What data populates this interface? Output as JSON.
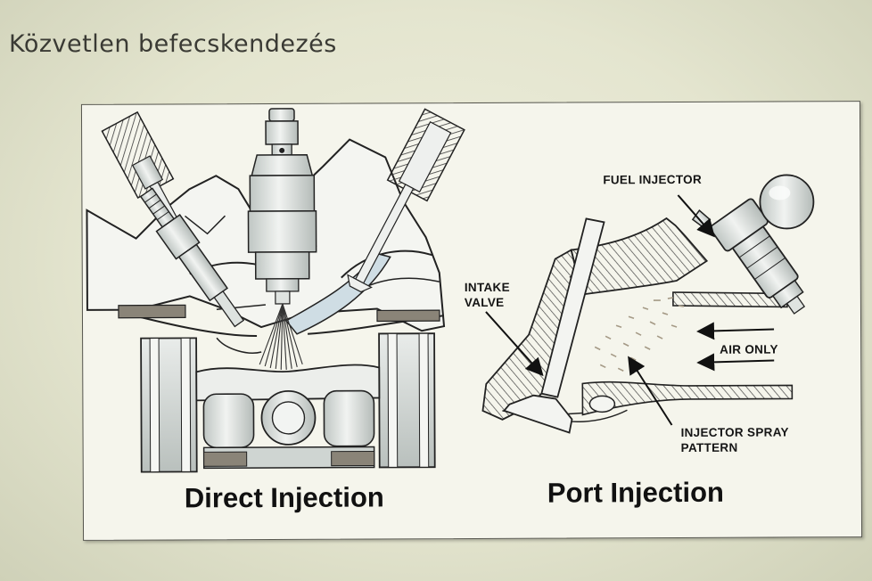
{
  "slide": {
    "title": "Közvetlen befecskendezés"
  },
  "diagram": {
    "direct_caption": "Direct Injection",
    "port_caption": "Port Injection",
    "labels": {
      "fuel_injector": "FUEL INJECTOR",
      "intake_valve": "INTAKE VALVE",
      "air_only": "AIR ONLY",
      "spray_pattern": "INJECTOR SPRAY PATTERN"
    }
  },
  "colors": {
    "ink": "#1a1a1a",
    "metal_fill": "#dfe3e0",
    "hatch": "#4a4a4a",
    "frame": "#55554d"
  }
}
